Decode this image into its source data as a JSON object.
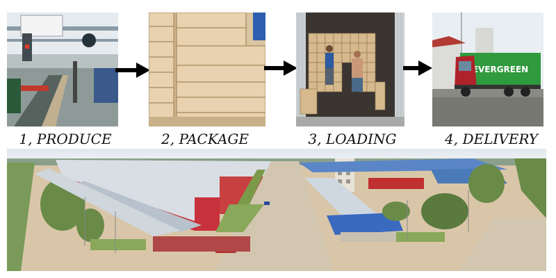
{
  "steps": [
    {
      "label": "1, PRODUCE"
    },
    {
      "label": "2, PACKAGE"
    },
    {
      "label": "3, LOADING"
    },
    {
      "label": "4, DELIVERY"
    }
  ],
  "truck": {
    "brand_text": "EVERGREEN"
  },
  "colors": {
    "arrow": "#000000",
    "factory_roof_red": "#c8323c",
    "truck_green": "#2f9a3e",
    "carton": "#e8d2b0"
  }
}
